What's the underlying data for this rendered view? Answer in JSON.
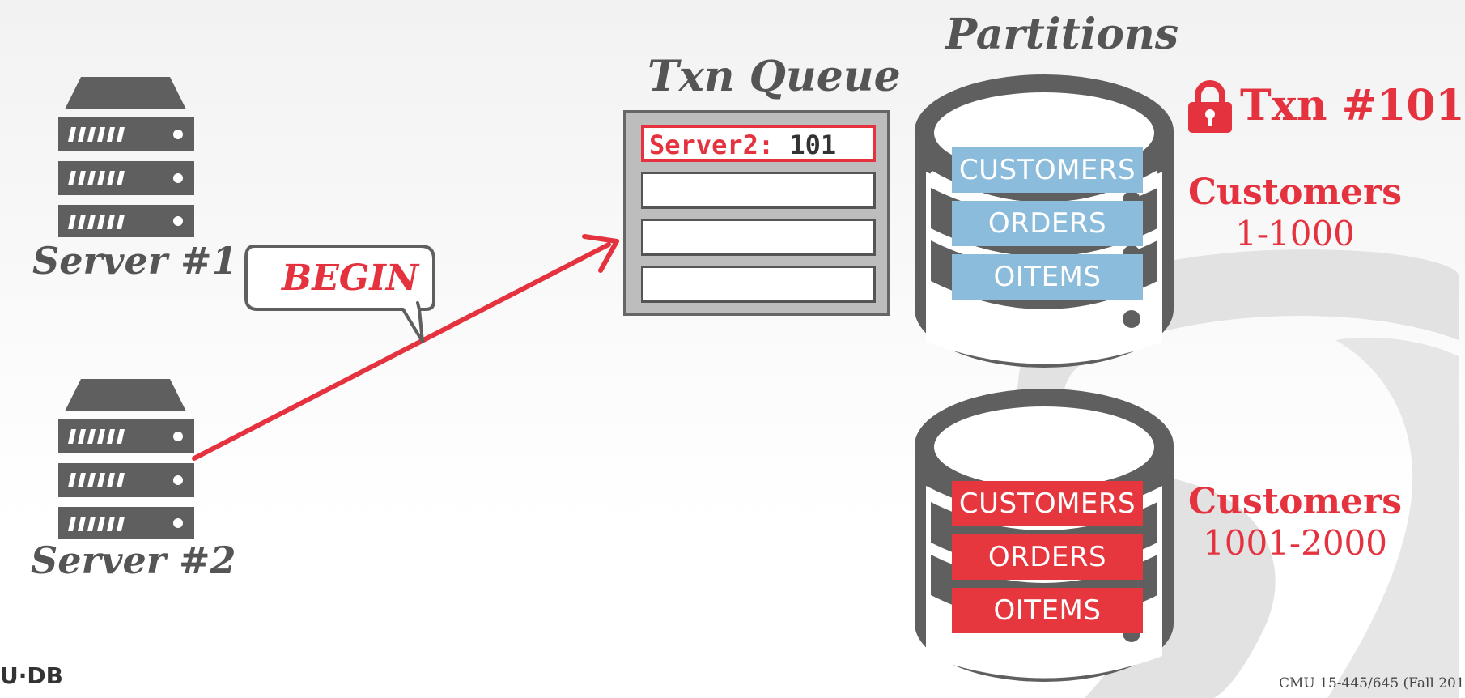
{
  "servers": [
    {
      "label": "Server #1"
    },
    {
      "label": "Server #2"
    }
  ],
  "bubble": {
    "text": "BEGIN"
  },
  "queue": {
    "title": "Txn Queue",
    "slots": [
      {
        "name": "Server2:",
        "value": "101"
      },
      {
        "name": "",
        "value": ""
      },
      {
        "name": "",
        "value": ""
      },
      {
        "name": "",
        "value": ""
      }
    ]
  },
  "partitions": {
    "title": "Partitions",
    "items": [
      {
        "tables": [
          "CUSTOMERS",
          "ORDERS",
          "OITEMS"
        ],
        "color": "#8bbcdc",
        "label_title": "Customers",
        "range": "1-1000"
      },
      {
        "tables": [
          "CUSTOMERS",
          "ORDERS",
          "OITEMS"
        ],
        "color": "#e6373f",
        "label_title": "Customers",
        "range": "1001-2000"
      }
    ]
  },
  "lock": {
    "text": "Txn #101",
    "color": "#e5323f"
  },
  "footer": {
    "course": "CMU 15-445/645 (Fall 201",
    "logo": "U·DB"
  },
  "colors": {
    "accent": "#e5323f",
    "icon_gray": "#5f5f5f"
  }
}
